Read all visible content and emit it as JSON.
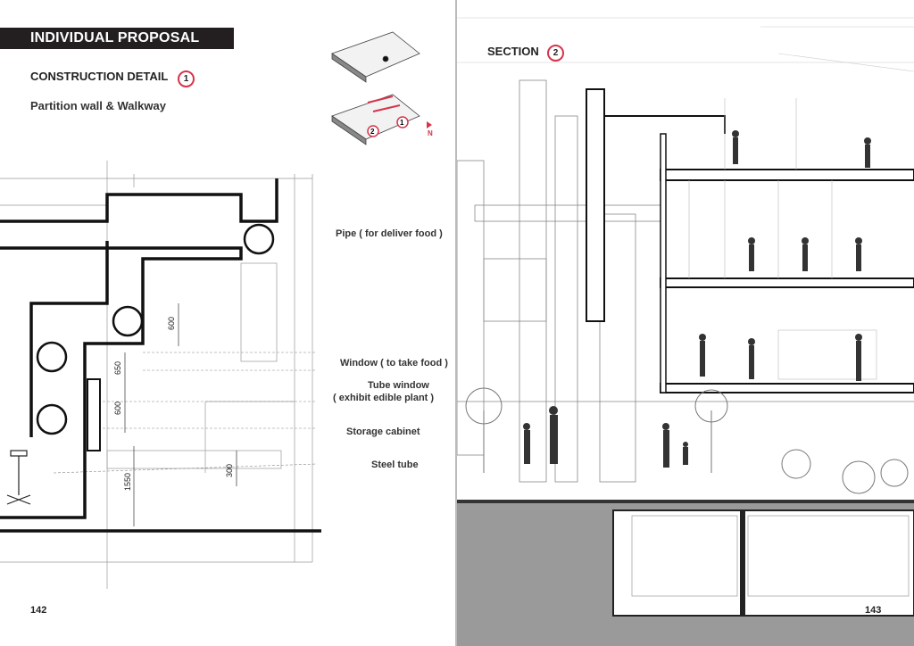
{
  "left_page": {
    "header": "INDIVIDUAL PROPOSAL",
    "section_title": "CONSTRUCTION DETAIL",
    "section_number": "1",
    "subtitle": "Partition wall & Walkway",
    "key_plan_markers": [
      "2",
      "1"
    ],
    "north_label": "N",
    "annotations": {
      "pipe": "Pipe ( for deliver food )",
      "window": "Window ( to take food )",
      "tube_window": "Tube window",
      "tube_window_note": "( exhibit edible plant )",
      "storage": "Storage cabinet",
      "steel_tube": "Steel tube"
    },
    "dimensions": [
      "600",
      "650",
      "600",
      "300",
      "1550"
    ],
    "page_number": "142"
  },
  "right_page": {
    "section_title": "SECTION",
    "section_number": "2",
    "page_number": "143"
  },
  "colors": {
    "accent": "#d6344a",
    "header_bg": "#231f20",
    "ground": "#9a9a9a"
  }
}
